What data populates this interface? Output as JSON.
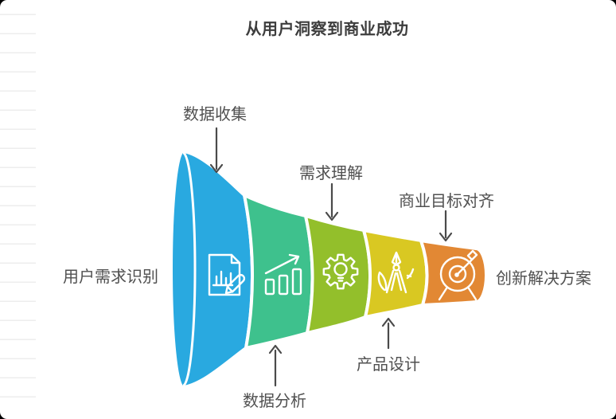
{
  "title": "从用户洞察到商业成功",
  "funnel": {
    "input_label": "用户需求识别",
    "output_label": "创新解决方案",
    "stages": [
      {
        "label": "数据收集",
        "icon": "document-chart-pencil-icon",
        "color": "#29A9E0",
        "label_side": "top"
      },
      {
        "label": "数据分析",
        "icon": "bar-chart-trend-icon",
        "color": "#3EC18D",
        "label_side": "bottom"
      },
      {
        "label": "需求理解",
        "icon": "gear-lightbulb-icon",
        "color": "#93BF2B",
        "label_side": "top"
      },
      {
        "label": "产品设计",
        "icon": "drafting-compass-icon",
        "color": "#D9C822",
        "label_side": "bottom"
      },
      {
        "label": "商业目标对齐",
        "icon": "target-dart-icon",
        "color": "#E28834",
        "label_side": "top"
      }
    ]
  },
  "style": {
    "title_color": "#3d3d3d",
    "label_color": "#505050",
    "arrow_color": "#4a4a4a",
    "divider_color": "#ffffff",
    "background": "#ffffff"
  }
}
